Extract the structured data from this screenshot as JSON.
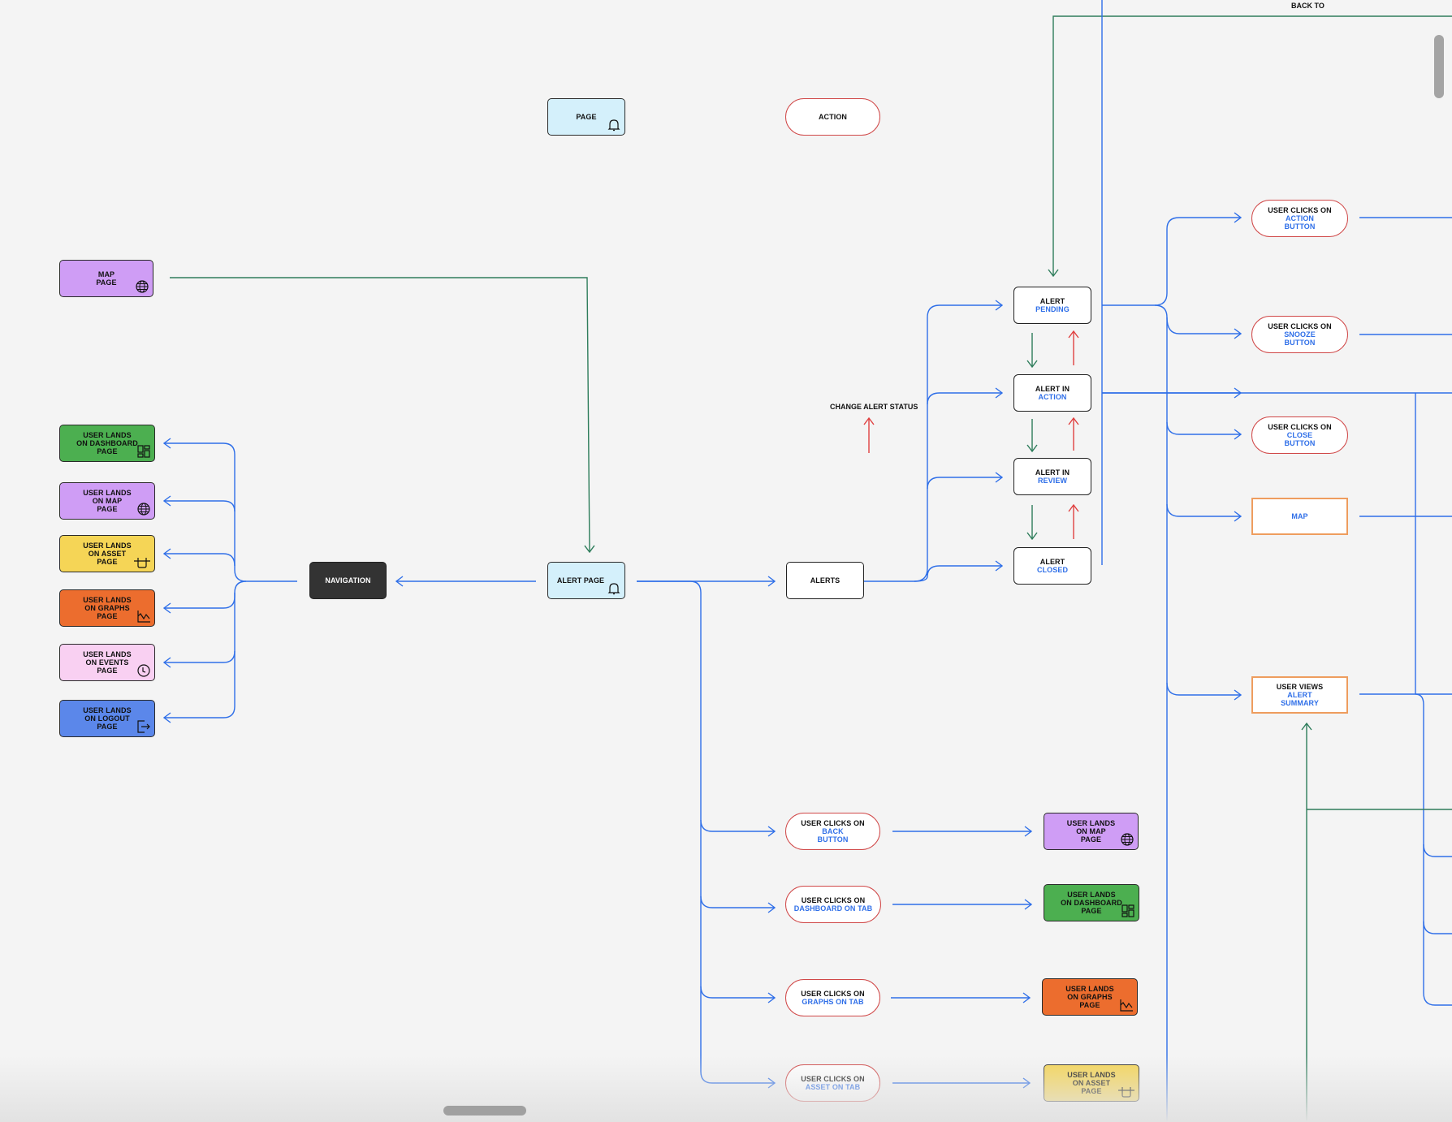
{
  "colors": {
    "flow_blue": "#2f6fe8",
    "return_green": "#2e7d5b",
    "change_red": "#e04040",
    "action_border": "#d04848",
    "outcome_border": "#ee9d5e",
    "page_light_blue": "#d4f0fb",
    "dashboard_green": "#4caf50",
    "map_purple": "#cf9df5",
    "asset_yellow": "#f5d556",
    "graphs_orange": "#ec6d2e",
    "events_pink": "#f9d0f2",
    "logout_blue": "#5b87ea",
    "navigation_dark": "#333333"
  },
  "top_label": "BACK TO",
  "legend": {
    "page": {
      "label": "PAGE",
      "icon": "bell-icon"
    },
    "action": {
      "label": "ACTION"
    }
  },
  "map_page": {
    "line1": "MAP",
    "line2": "PAGE",
    "icon": "globe-icon"
  },
  "navigation": {
    "label": "NAVIGATION",
    "targets": [
      {
        "line1": "USER LANDS",
        "line2": "ON DASHBOARD",
        "line3": "PAGE",
        "icon": "dashboard-icon"
      },
      {
        "line1": "USER LANDS",
        "line2": "ON MAP",
        "line3": "PAGE",
        "icon": "globe-icon"
      },
      {
        "line1": "USER LANDS",
        "line2": "ON  ASSET",
        "line3": "PAGE",
        "icon": "asset-icon"
      },
      {
        "line1": "USER LANDS",
        "line2": "ON  GRAPHS",
        "line3": "PAGE",
        "icon": "graph-icon"
      },
      {
        "line1": "USER LANDS",
        "line2": "ON EVENTS",
        "line3": "PAGE",
        "icon": "clock-icon"
      },
      {
        "line1": "USER LANDS",
        "line2": "ON  LOGOUT",
        "line3": "PAGE",
        "icon": "logout-icon"
      }
    ]
  },
  "alert_page": {
    "label": "ALERT PAGE",
    "icon": "bell-icon"
  },
  "alerts": {
    "label": "ALERTS"
  },
  "change_status_label": "CHANGE ALERT STATUS",
  "alert_states": [
    {
      "line1": "ALERT",
      "line2": "PENDING"
    },
    {
      "line1": "ALERT IN",
      "line2": "ACTION"
    },
    {
      "line1": "ALERT IN",
      "line2": "REVIEW"
    },
    {
      "line1": "ALERT",
      "line2": "CLOSED"
    }
  ],
  "alert_actions": [
    {
      "line1": "USER CLICKS ON",
      "line2": "ACTION",
      "line3": "BUTTON"
    },
    {
      "line1": "USER CLICKS ON",
      "line2": "SNOOZE",
      "line3": "BUTTON"
    },
    {
      "line1": "USER CLICKS ON",
      "line2": "CLOSE",
      "line3": "BUTTON"
    }
  ],
  "map_outcome": {
    "label": "MAP"
  },
  "summary_outcome": {
    "line1": "USER VIEWS",
    "line2": "ALERT",
    "line3": "SUMMARY"
  },
  "tab_flows": [
    {
      "action": {
        "line1": "USER CLICKS ON",
        "line2": "BACK",
        "line3": "BUTTON"
      },
      "target": {
        "line1": "USER LANDS",
        "line2": "ON MAP",
        "line3": "PAGE",
        "icon": "globe-icon"
      }
    },
    {
      "action": {
        "line1": "USER CLICKS ON",
        "line2": "DASHBOARD ON TAB",
        "line3": ""
      },
      "target": {
        "line1": "USER LANDS",
        "line2": "ON DASHBOARD",
        "line3": "PAGE",
        "icon": "dashboard-icon"
      }
    },
    {
      "action": {
        "line1": "USER CLICKS ON",
        "line2": "GRAPHS ON TAB",
        "line3": ""
      },
      "target": {
        "line1": "USER LANDS",
        "line2": "ON  GRAPHS",
        "line3": "PAGE",
        "icon": "graph-icon"
      }
    },
    {
      "action": {
        "line1": "USER CLICKS ON",
        "line2": "ASSET ON TAB",
        "line3": ""
      },
      "target": {
        "line1": "USER LANDS",
        "line2": "ON  ASSET",
        "line3": "PAGE",
        "icon": "asset-icon"
      }
    }
  ]
}
